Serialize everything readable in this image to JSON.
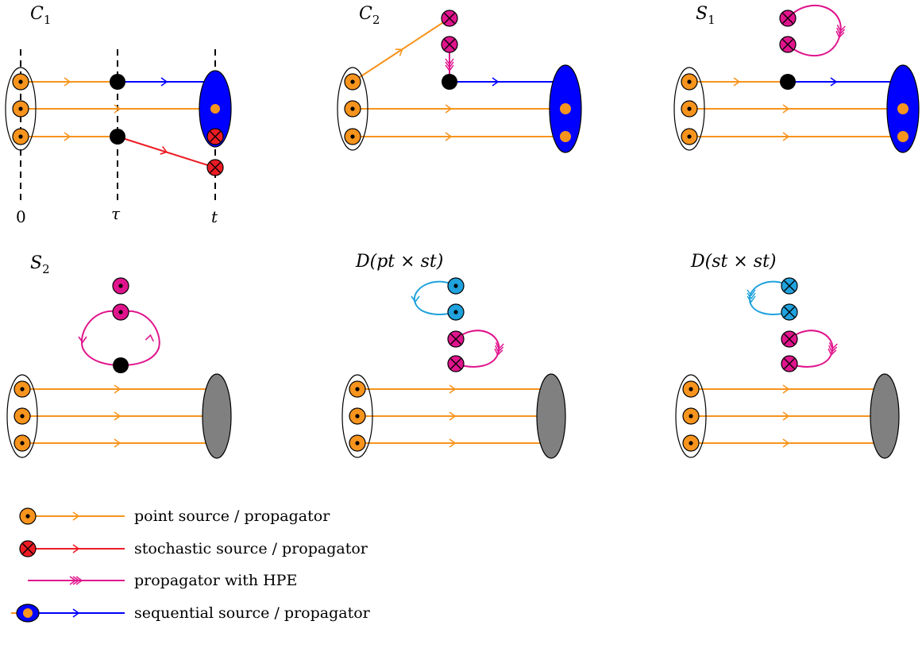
{
  "colors": {
    "orange": "#f7941d",
    "red": "#ed1c24",
    "magenta": "#e0148c",
    "blue": "#0000ff",
    "cyan": "#1fa2dd",
    "gray": "#808080",
    "black": "#000000"
  },
  "panels": {
    "c1": {
      "title_main": "C",
      "title_sub": "1",
      "axis_labels": [
        "0",
        "τ",
        "t"
      ]
    },
    "c2": {
      "title_main": "C",
      "title_sub": "2"
    },
    "s1": {
      "title_main": "S",
      "title_sub": "1"
    },
    "s2": {
      "title_main": "S",
      "title_sub": "2"
    },
    "dpt": {
      "title": "D(pt × st)"
    },
    "dst": {
      "title": "D(st × st)"
    }
  },
  "legend": {
    "items": [
      {
        "label": "point source / propagator",
        "icon": "point-source-icon"
      },
      {
        "label": "stochastic source / propagator",
        "icon": "stochastic-source-icon"
      },
      {
        "label": "propagator with HPE",
        "icon": "hpe-arrow-icon"
      },
      {
        "label": "sequential source / propagator",
        "icon": "sequential-source-icon"
      }
    ]
  }
}
